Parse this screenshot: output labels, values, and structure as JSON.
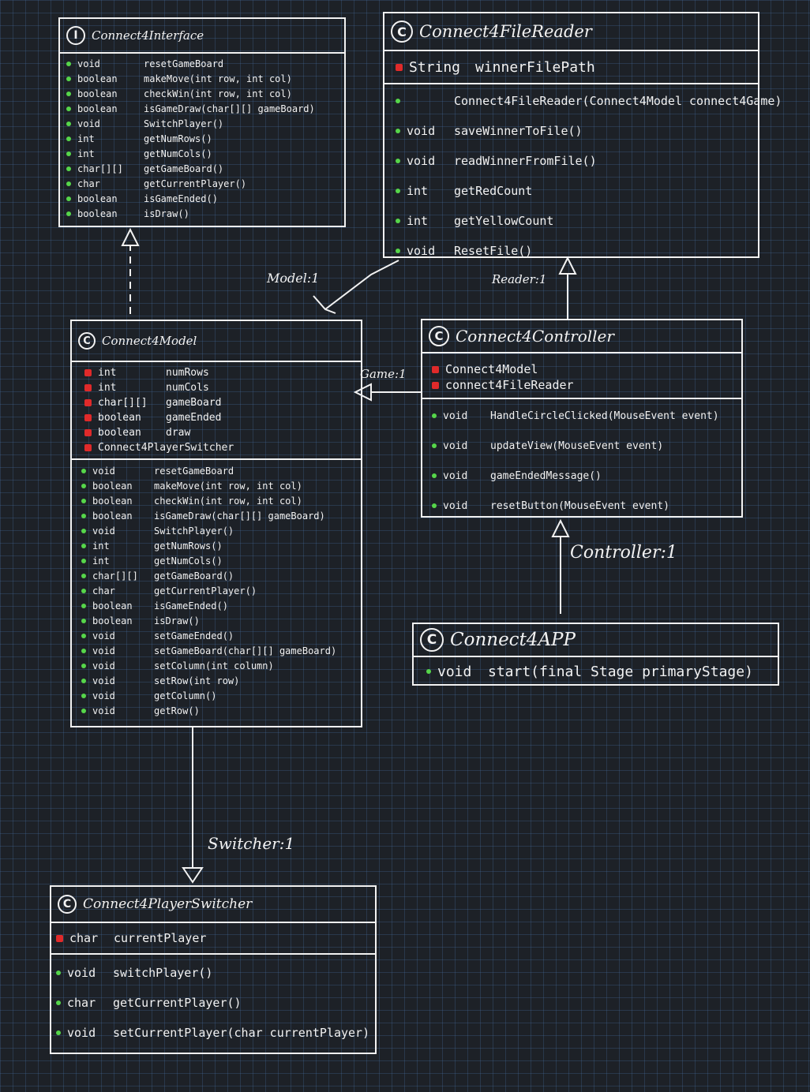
{
  "colors": {
    "background": "#1d2127",
    "grid": "#3f5f86",
    "ink": "#f2f2f2",
    "public_dot": "#56d64a",
    "private_marker": "#e02a2a"
  },
  "relations": {
    "model": "Model:1",
    "reader": "Reader:1",
    "game": "Game:1",
    "controller": "Controller:1",
    "switcher": "Switcher:1"
  },
  "interface": {
    "badge": "I",
    "name": "Connect4Interface",
    "methods": [
      {
        "type": "void",
        "name": "resetGameBoard"
      },
      {
        "type": "boolean",
        "name": "makeMove(int row, int col)"
      },
      {
        "type": "boolean",
        "name": "checkWin(int row, int col)"
      },
      {
        "type": "boolean",
        "name": "isGameDraw(char[][] gameBoard)"
      },
      {
        "type": "void",
        "name": "SwitchPlayer()"
      },
      {
        "type": "int",
        "name": "getNumRows()"
      },
      {
        "type": "int",
        "name": "getNumCols()"
      },
      {
        "type": "char[][]",
        "name": "getGameBoard()"
      },
      {
        "type": "char",
        "name": "getCurrentPlayer()"
      },
      {
        "type": "boolean",
        "name": "isGameEnded()"
      },
      {
        "type": "boolean",
        "name": "isDraw()"
      }
    ]
  },
  "file_reader": {
    "badge": "C",
    "name": "Connect4FileReader",
    "fields": [
      {
        "type": "String",
        "name": "winnerFilePath"
      }
    ],
    "methods": [
      {
        "type": "",
        "name": "Connect4FileReader(Connect4Model connect4Game)"
      },
      {
        "type": "void",
        "name": "saveWinnerToFile()"
      },
      {
        "type": "void",
        "name": "readWinnerFromFile()"
      },
      {
        "type": "int",
        "name": "getRedCount"
      },
      {
        "type": "int",
        "name": "getYellowCount"
      },
      {
        "type": "void",
        "name": "ResetFile()"
      }
    ]
  },
  "model": {
    "badge": "C",
    "name": "Connect4Model",
    "fields": [
      {
        "type": "int",
        "name": "numRows"
      },
      {
        "type": "int",
        "name": "numCols"
      },
      {
        "type": "char[][]",
        "name": "gameBoard"
      },
      {
        "type": "boolean",
        "name": "gameEnded"
      },
      {
        "type": "boolean",
        "name": "draw"
      },
      {
        "type": "Connect4PlayerSwitcher",
        "name": ""
      }
    ],
    "methods": [
      {
        "type": "void",
        "name": "resetGameBoard"
      },
      {
        "type": "boolean",
        "name": "makeMove(int row, int col)"
      },
      {
        "type": "boolean",
        "name": "checkWin(int row, int col)"
      },
      {
        "type": "boolean",
        "name": "isGameDraw(char[][] gameBoard)"
      },
      {
        "type": "void",
        "name": "SwitchPlayer()"
      },
      {
        "type": "int",
        "name": "getNumRows()"
      },
      {
        "type": "int",
        "name": "getNumCols()"
      },
      {
        "type": "char[][]",
        "name": "getGameBoard()"
      },
      {
        "type": "char",
        "name": "getCurrentPlayer()"
      },
      {
        "type": "boolean",
        "name": "isGameEnded()"
      },
      {
        "type": "boolean",
        "name": "isDraw()"
      },
      {
        "type": "void",
        "name": "setGameEnded()"
      },
      {
        "type": "void",
        "name": "setGameBoard(char[][] gameBoard)"
      },
      {
        "type": "void",
        "name": "setColumn(int column)"
      },
      {
        "type": "void",
        "name": "setRow(int row)"
      },
      {
        "type": "void",
        "name": "getColumn()"
      },
      {
        "type": "void",
        "name": "getRow()"
      }
    ]
  },
  "controller": {
    "badge": "C",
    "name": "Connect4Controller",
    "fields": [
      {
        "type": "Connect4Model",
        "name": ""
      },
      {
        "type": "connect4FileReader",
        "name": ""
      }
    ],
    "methods": [
      {
        "type": "void",
        "name": "HandleCircleClicked(MouseEvent event)"
      },
      {
        "type": "void",
        "name": "updateView(MouseEvent event)"
      },
      {
        "type": "void",
        "name": "gameEndedMessage()"
      },
      {
        "type": "void",
        "name": "resetButton(MouseEvent event)"
      }
    ]
  },
  "app": {
    "badge": "C",
    "name": "Connect4APP",
    "methods": [
      {
        "type": "void",
        "name": "start(final Stage primaryStage)"
      }
    ]
  },
  "switcher": {
    "badge": "C",
    "name": "Connect4PlayerSwitcher",
    "fields": [
      {
        "type": "char",
        "name": "currentPlayer"
      }
    ],
    "methods": [
      {
        "type": "void",
        "name": "switchPlayer()"
      },
      {
        "type": "char",
        "name": "getCurrentPlayer()"
      },
      {
        "type": "void",
        "name": "setCurrentPlayer(char currentPlayer)"
      }
    ]
  }
}
